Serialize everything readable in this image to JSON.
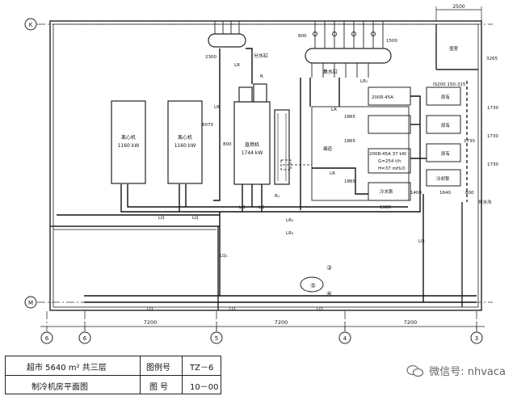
{
  "drawing": {
    "axis_bubbles": {
      "k": "K",
      "m": "M",
      "a1": "6",
      "a2": "6",
      "a3": "5",
      "a4": "4",
      "a5": "3"
    },
    "bay_dims": [
      "7200",
      "7200",
      "7200"
    ],
    "equipment": {
      "chiller1_name": "离心机",
      "chiller1_cap": "1160 kW",
      "chiller2_name": "离心机",
      "chiller2_cap": "1160 kW",
      "absorption_name": "直燃机",
      "absorption_cap": "1744 kW",
      "header_supply": "分水缸",
      "header_return": "集水缸",
      "pump1": "200R-45A",
      "pump2_line1": "200R-45A 37 kW",
      "pump2_line2": "G=254 t/h",
      "pump2_line3": "H=37 mH₂O",
      "chilled_pump_label": "冷冻泵",
      "existing1": "原有",
      "existing2": "原有",
      "existing3": "原有",
      "cooling_pump": "冷却泵",
      "pump_spec": "IS200 150-315",
      "duty_room": "值室",
      "flue": "烟道",
      "drain": "排水沟"
    },
    "pipe_labels": {
      "lr": "LR",
      "lr1": "LR₁",
      "lq": "LQ",
      "lq1": "LQ₁",
      "r": "R",
      "r1": "R₁",
      "lr2": "LR₂",
      "lr3": "LR₃"
    },
    "dims": {
      "d2500": "2500",
      "d800a": "800",
      "d1500": "1500",
      "d2300": "2300",
      "d3265": "3265",
      "d1730a": "1730",
      "d1730b": "1730",
      "d1730c": "1730",
      "d1730d": "1730",
      "d6070": "6070",
      "d800b": "800",
      "d1865a": "1865",
      "d1865b": "1865",
      "d1865c": "1865",
      "d1400": "1400",
      "d1640": "1640",
      "d800c": "800",
      "d1980": "1980"
    },
    "marks": {
      "m3": "③",
      "m4": "④",
      "m5": "⑤"
    }
  },
  "title_block": {
    "project": "超市 5640 m² 共三层",
    "drawing_name": "制冷机房平面图",
    "fig_no_label": "图例号",
    "fig_no_value": "TZ－6",
    "drawing_no_label": "图 号",
    "drawing_no_value": "10－00"
  },
  "watermark": {
    "text": "微信号: nhvaca"
  }
}
